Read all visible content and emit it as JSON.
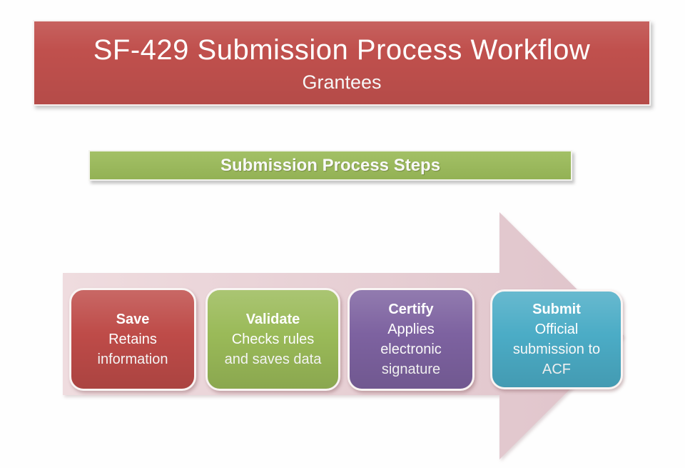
{
  "title_banner": {
    "title": "SF-429 Submission Process Workflow",
    "subtitle": "Grantees",
    "bg_color": "#C0504D",
    "text_color": "#FFFFFF"
  },
  "section_banner": {
    "label": "Submission Process Steps",
    "bg_color": "#9BBB59",
    "text_color": "#FFFFFF"
  },
  "process_arrow": {
    "direction": "right",
    "color_left": "#EFDCDF",
    "color_right": "#DFC3CA"
  },
  "steps": [
    {
      "name": "Save",
      "lines": [
        "Retains",
        "information"
      ],
      "color": "#BE4B48"
    },
    {
      "name": "Validate",
      "lines": [
        "Checks rules",
        "and saves data"
      ],
      "color": "#9ABA58"
    },
    {
      "name": "Certify",
      "lines": [
        "Applies",
        "electronic",
        "signature"
      ],
      "color": "#7D62A0"
    },
    {
      "name": "Submit",
      "lines": [
        "Official",
        "submission to",
        "ACF"
      ],
      "color": "#4BACC6"
    }
  ]
}
